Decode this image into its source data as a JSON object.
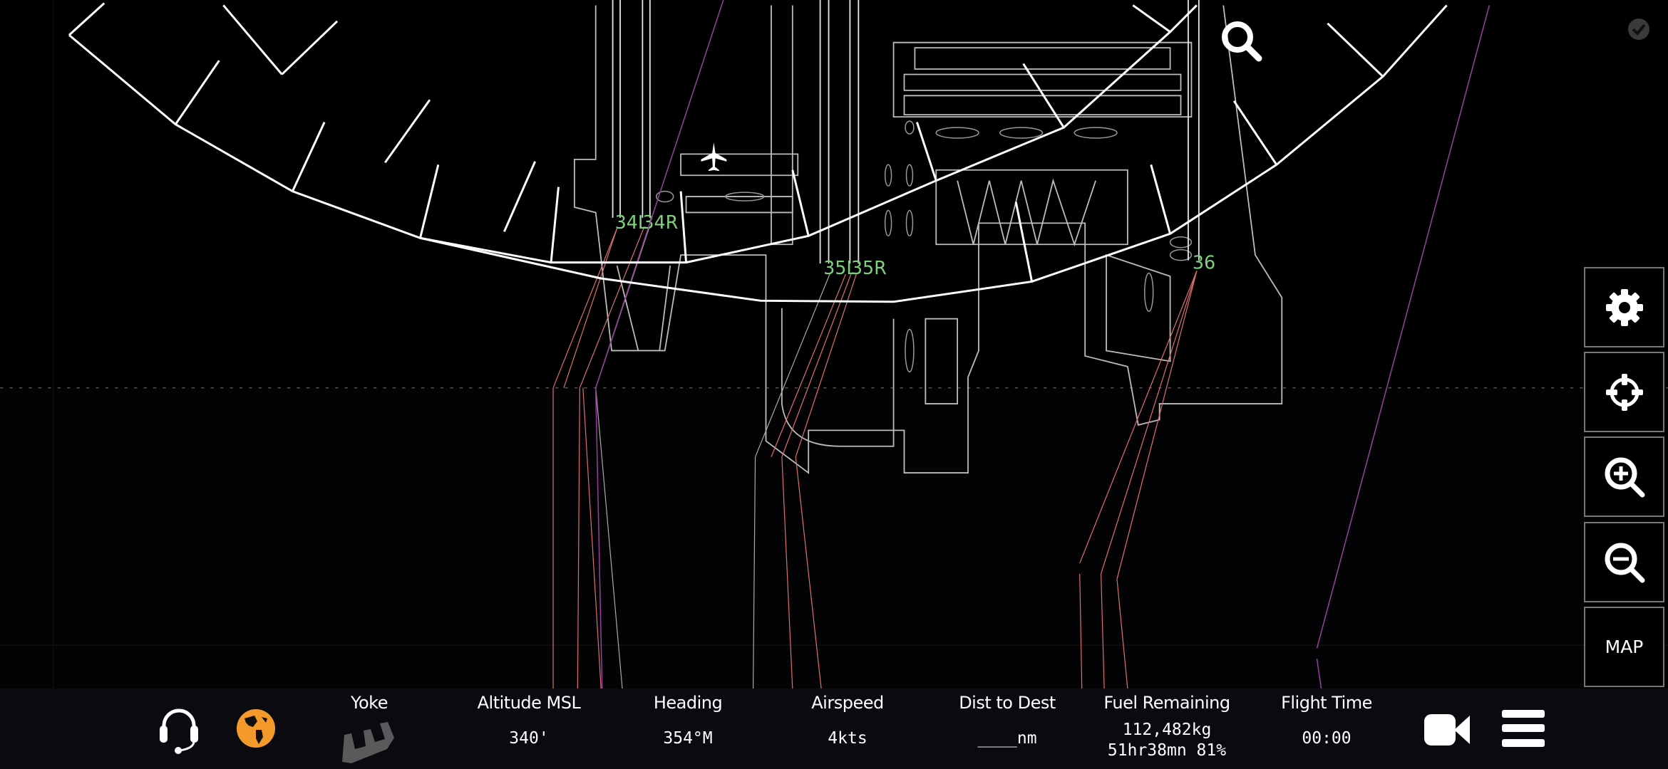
{
  "map": {
    "runway_labels": [
      "34L",
      "34R",
      "35L",
      "35R",
      "36"
    ],
    "colors": {
      "runway_label": "#7fd17f",
      "approach": "#e07070",
      "route": "#9a3fa0",
      "outline": "#bfbfbf"
    }
  },
  "side_buttons": [
    {
      "name": "settings",
      "icon": "gear-icon"
    },
    {
      "name": "center",
      "icon": "crosshair-icon"
    },
    {
      "name": "zoom-in",
      "icon": "zoom-in-icon"
    },
    {
      "name": "zoom-out",
      "icon": "zoom-out-icon"
    },
    {
      "name": "map",
      "label": "MAP"
    }
  ],
  "bottom_bar": {
    "yoke": {
      "label": "Yoke"
    },
    "altitude": {
      "label": "Altitude MSL",
      "value": "340'"
    },
    "heading": {
      "label": "Heading",
      "value": "354°M"
    },
    "airspeed": {
      "label": "Airspeed",
      "value": "4kts"
    },
    "dist": {
      "label": "Dist to Dest",
      "value": "____nm"
    },
    "fuel": {
      "label": "Fuel Remaining",
      "value": "112,482kg",
      "value2": "51hr38mn 81%"
    },
    "flight_time": {
      "label": "Flight Time",
      "value": "00:00"
    },
    "accent_color": "#f39a2b"
  }
}
